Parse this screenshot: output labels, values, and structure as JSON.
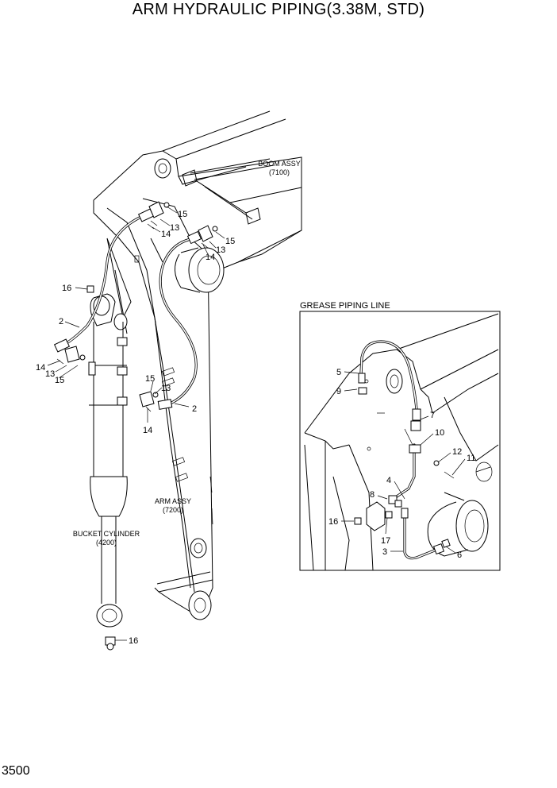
{
  "title": "ARM HYDRAULIC PIPING(3.38M, STD)",
  "page_number": "3500",
  "annotations": {
    "boom_assy": "BOOM ASSY",
    "boom_assy_code": "(7100)",
    "arm_assy": "ARM ASSY",
    "arm_assy_code": "(7200)",
    "bucket_cylinder": "BUCKET CYLINDER",
    "bucket_cylinder_code": "(4200)",
    "grease_piping_line": "GREASE PIPING LINE"
  },
  "main_callouts": {
    "c15a": "15",
    "c14a": "14",
    "c13a": "13",
    "c15b": "15",
    "c14b": "14",
    "c13b": "13",
    "c16a": "16",
    "c2a": "2",
    "c14c": "14",
    "c13c": "13",
    "c15c": "15",
    "c15d": "15",
    "c13d": "13",
    "c2b": "2",
    "c14d": "14",
    "c16b": "16"
  },
  "inset_callouts": {
    "c5": "5",
    "c9": "9",
    "c7": "7",
    "c10": "10",
    "c12": "12",
    "c11": "11",
    "c8": "8",
    "c4": "4",
    "c16": "16",
    "c17": "17",
    "c3": "3",
    "c6": "6"
  }
}
